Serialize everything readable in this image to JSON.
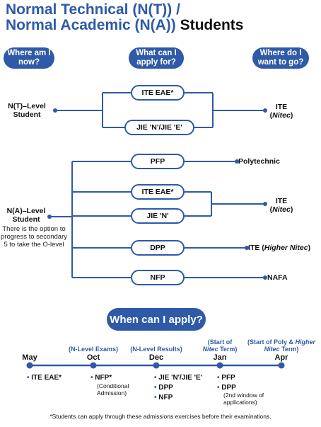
{
  "title": {
    "line1": "Normal Technical (N(T)) /",
    "line2_blue": "Normal Academic (N(A))",
    "line2_dark": "Students"
  },
  "headers": {
    "where_now": "Where am I now?",
    "what_apply": "What can I apply for?",
    "where_go": "Where do I want to go?"
  },
  "nt": {
    "student": "N(T)–Level Student",
    "options": [
      "ITE EAE*",
      "JIE 'N'/JIE 'E'"
    ],
    "destination": "ITE",
    "destination_sub": "Nitec"
  },
  "na": {
    "student": "N(A)–Level Student",
    "note": "There is the option to progress to secondary 5 to take the O-level",
    "options": [
      "PFP",
      "ITE EAE*",
      "JIE 'N'",
      "DPP",
      "NFP"
    ],
    "destinations": {
      "poly": "Polytechnic",
      "ite": "ITE",
      "ite_sub": "Nitec",
      "ite_higher_prefix": "ITE (",
      "ite_higher_italic": "Higher Nitec",
      "ite_higher_suffix": ")",
      "nafa": "NAFA"
    }
  },
  "timeline": {
    "heading": "When can I apply?",
    "months": [
      {
        "name": "May",
        "note": ""
      },
      {
        "name": "Oct",
        "note": "(N-Level Exams)"
      },
      {
        "name": "Dec",
        "note": "(N-Level Results)"
      },
      {
        "name": "Jan",
        "note": "(Start of Nitec Term)"
      },
      {
        "name": "Apr",
        "note": "(Start of Poly & Higher Nitec Term)"
      }
    ],
    "items": {
      "may": [
        "ITE EAE*"
      ],
      "oct": [
        "NFP*"
      ],
      "oct_sub": "(Conditional Admission)",
      "dec": [
        "JIE 'N'/JIE 'E'",
        "DPP",
        "NFP"
      ],
      "jan": [
        "PFP",
        "DPP"
      ],
      "jan_sub": "(2nd window of applications)"
    }
  },
  "footnote": "*Students can apply through these admissions exercises before their examinations.",
  "colors": {
    "accent": "#2e5aa8",
    "text": "#111111"
  }
}
